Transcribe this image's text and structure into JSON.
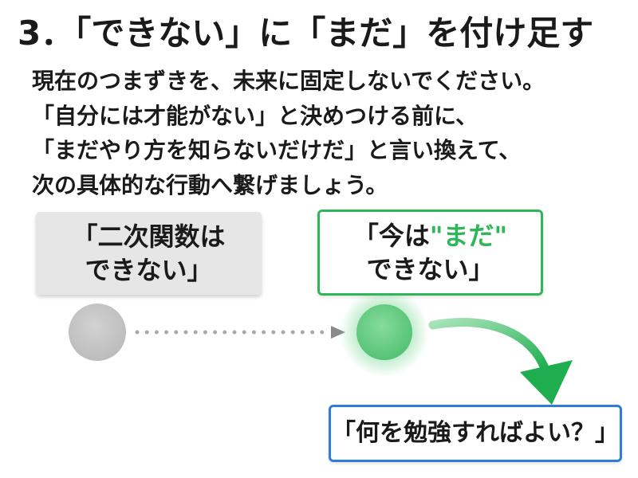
{
  "title": "3．「できない」に「まだ」を付け足す",
  "body": {
    "lines": [
      "現在のつまずきを、未来に固定しないでください。",
      "「自分には才能がない」と決めつける前に、",
      "「まだやり方を知らないだけだ」と言い換えて、",
      "次の具体的な行動へ繋げましょう。"
    ]
  },
  "before": {
    "line1": "「二次関数は",
    "line2": "できない」"
  },
  "after": {
    "line1_prefix": "「今は",
    "line1_highlight": "\"まだ\"",
    "line2": "できない」"
  },
  "next_action": "「何を勉強すればよい？」",
  "colors": {
    "accent_green": "#2fb55a",
    "accent_blue": "#2d7fd6",
    "before_box": "#e6e6e6",
    "before_node": "#c9c9c9",
    "current_node": "#6fcf8b",
    "connector": "#a9a9a9"
  }
}
